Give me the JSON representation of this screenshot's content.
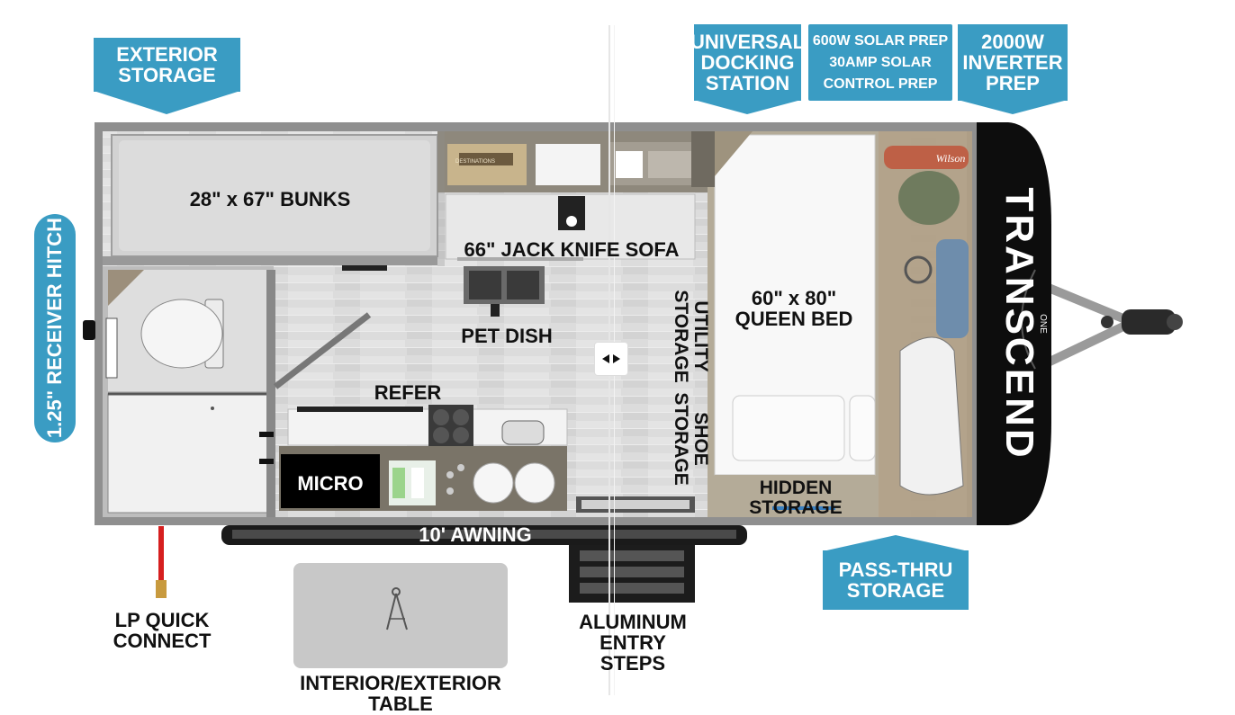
{
  "callouts": {
    "exterior_storage": "EXTERIOR\nSTORAGE",
    "universal_docking": "UNIVERSAL\nDOCKING\nSTATION",
    "solar_prep": "600W SOLAR PREP\n30AMP SOLAR\nCONTROL PREP",
    "inverter_prep": "2000W\nINVERTER\nPREP",
    "receiver_hitch": "1.25\" RECEIVER HITCH",
    "pass_thru_storage": "PASS-THRU\nSTORAGE"
  },
  "labels": {
    "bunks": "28\" x 67\" BUNKS",
    "sofa": "66\" JACK KNIFE SOFA",
    "pet_dish": "PET DISH",
    "refer": "REFER",
    "micro": "MICRO",
    "utility_storage": "UTILITY\nSTORAGE",
    "shoe_storage": "SHOE\nSTORAGE",
    "queen_bed": "60\" x 80\"\nQUEEN BED",
    "hidden_storage": "HIDDEN STORAGE",
    "awning": "10' AWNING",
    "lp_quick_connect": "LP QUICK\nCONNECT",
    "entry_steps": "ALUMINUM\nENTRY STEPS",
    "table": "INTERIOR/EXTERIOR TABLE",
    "brand": "TRANSCEND",
    "brand_sub": "ONE",
    "book_title": "DESTINATIONS",
    "ball_brand": "Wilson"
  },
  "colors": {
    "callout": "#3a9cc3",
    "wall": "#8f8f8f",
    "floor": "#d9d9d9",
    "counter": "#7a7468",
    "storage_overlay": "#a99d87",
    "lp_hose": "#d61f1f"
  }
}
